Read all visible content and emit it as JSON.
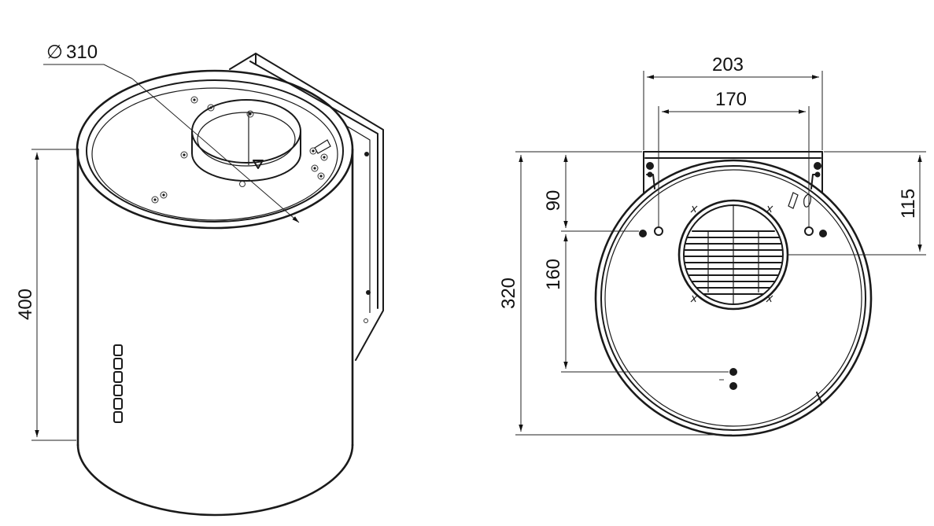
{
  "dimensions": {
    "diameter": "310",
    "diameter_symbol": "∅",
    "height": "400",
    "bracket_outer_width": "203",
    "bracket_inner_width": "170",
    "overall_height": "320",
    "mount_offset": "90",
    "hole_spacing": "160",
    "duct_offset": "115"
  },
  "colors": {
    "line": "#1a1a1a",
    "background": "#ffffff"
  }
}
